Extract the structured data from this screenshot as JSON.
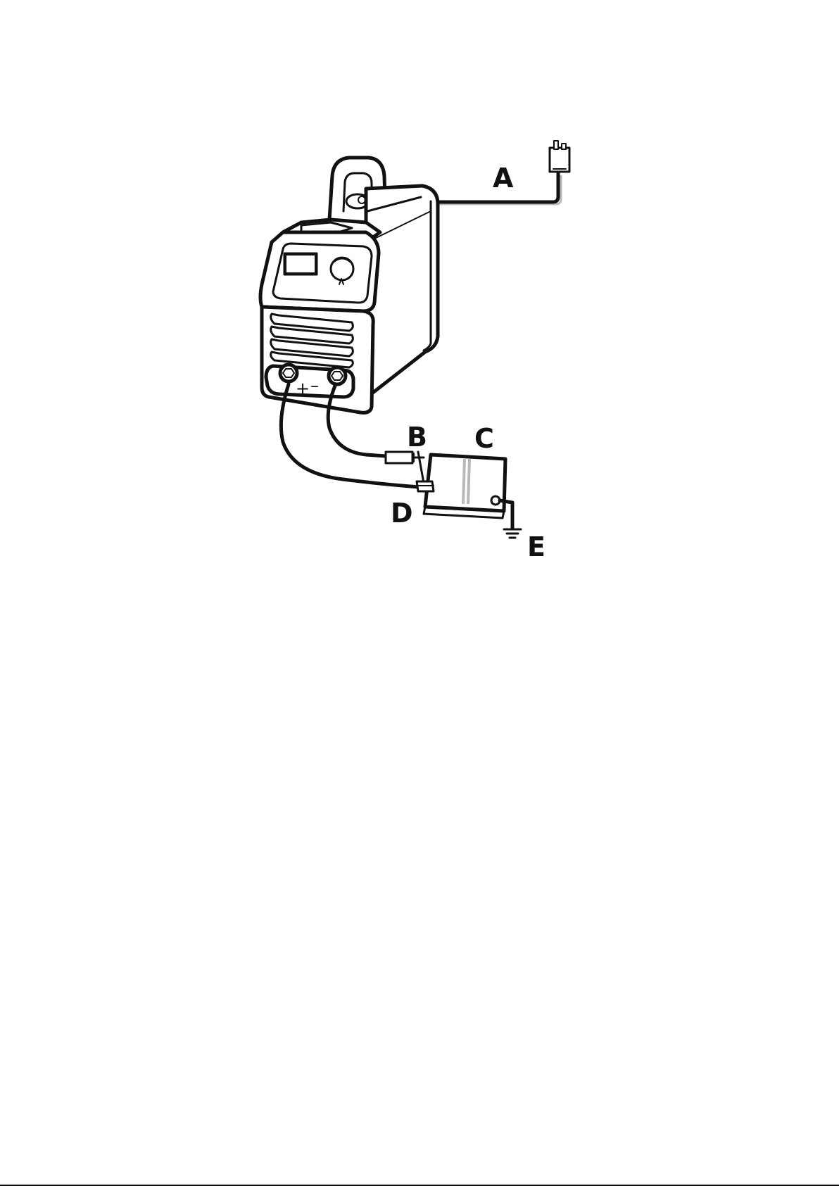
{
  "labels": {
    "a": "A",
    "b": "B",
    "c": "C",
    "d": "D",
    "e": "E"
  },
  "terminals": {
    "positive": "+",
    "negative": "–"
  },
  "colors": {
    "ink": "#111111",
    "background": "#ffffff",
    "workpiece_seam": "#b8b8b8"
  }
}
